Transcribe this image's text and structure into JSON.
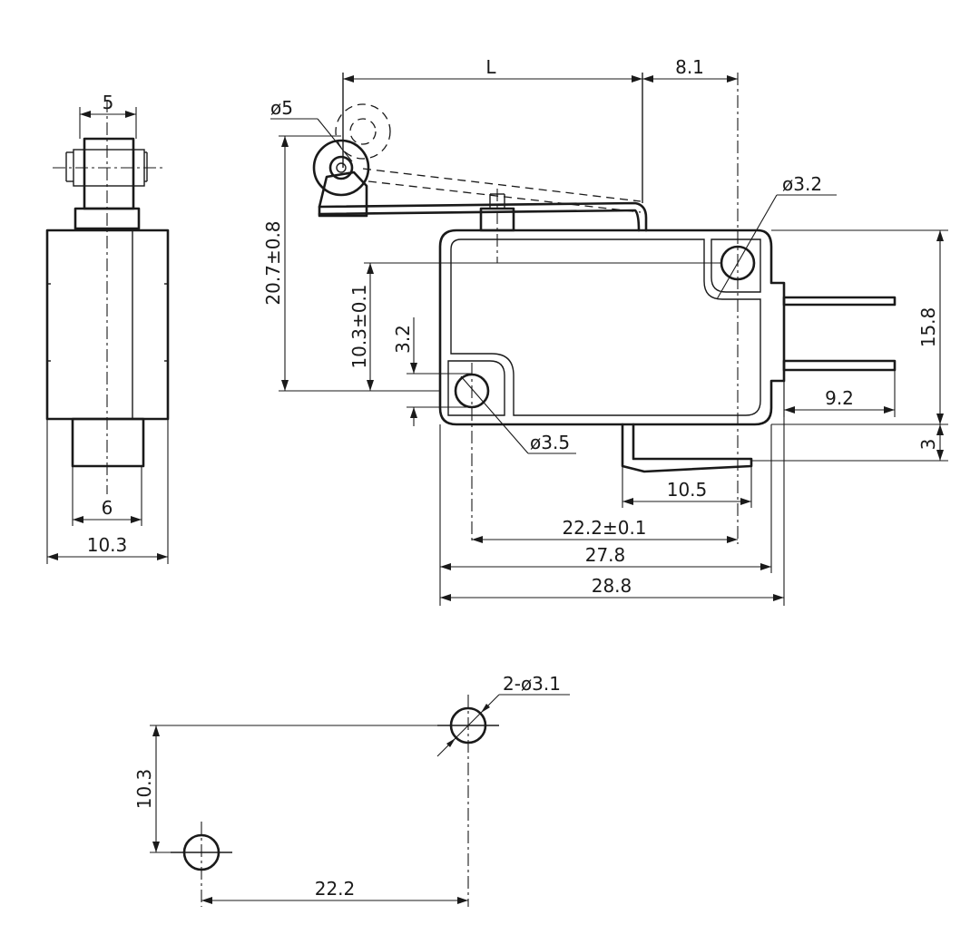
{
  "labels": {
    "side_width_top": "5",
    "side_width_stem": "6",
    "side_width_body": "10.3",
    "lever_length": "L",
    "lever_offset": "8.1",
    "roller_dia": "ø5",
    "hole_dia_top": "ø3.2",
    "operating_height": "20.7±0.8",
    "hole_height": "10.3±0.1",
    "hole_offset": "3.2",
    "body_height": "15.8",
    "terminal_length": "9.2",
    "hole_dia_bottom": "ø3.5",
    "terminal_drop": "3",
    "bottom_terminal": "10.5",
    "hole_spacing": "22.2±0.1",
    "body_length_a": "27.8",
    "body_length_b": "28.8",
    "mount_holes": "2-ø3.1",
    "mount_vertical": "10.3",
    "mount_horizontal": "22.2"
  }
}
